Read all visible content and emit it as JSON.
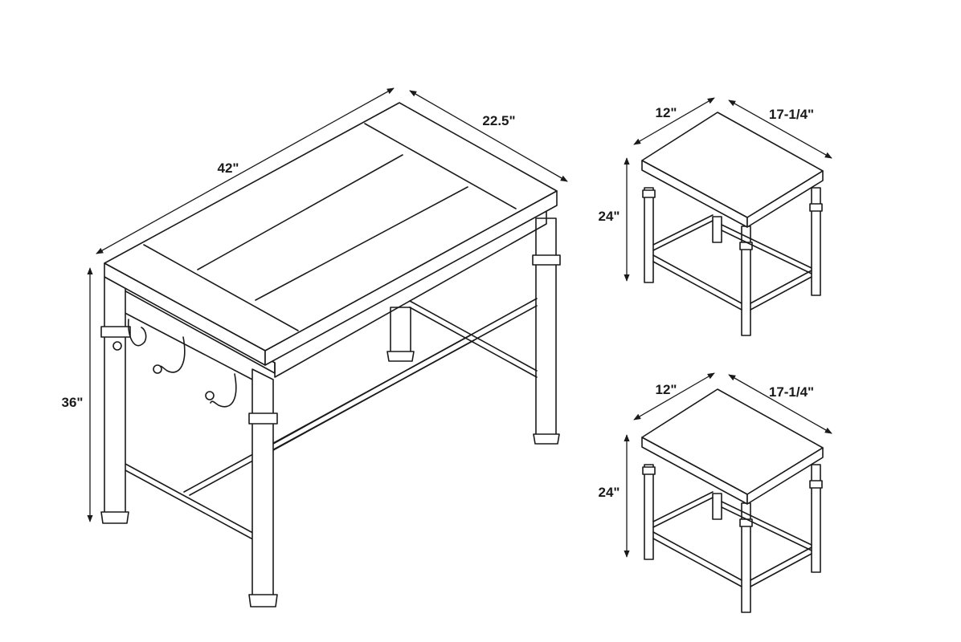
{
  "table": {
    "width_label": "42\"",
    "depth_label": "22.5\"",
    "height_label": "36\""
  },
  "stool_top": {
    "width_label": "12\"",
    "depth_label": "17-1/4\"",
    "height_label": "24\""
  },
  "stool_bottom": {
    "width_label": "12\"",
    "depth_label": "17-1/4\"",
    "height_label": "24\""
  },
  "colors": {
    "line": "#1a1a1a",
    "background": "#ffffff"
  }
}
